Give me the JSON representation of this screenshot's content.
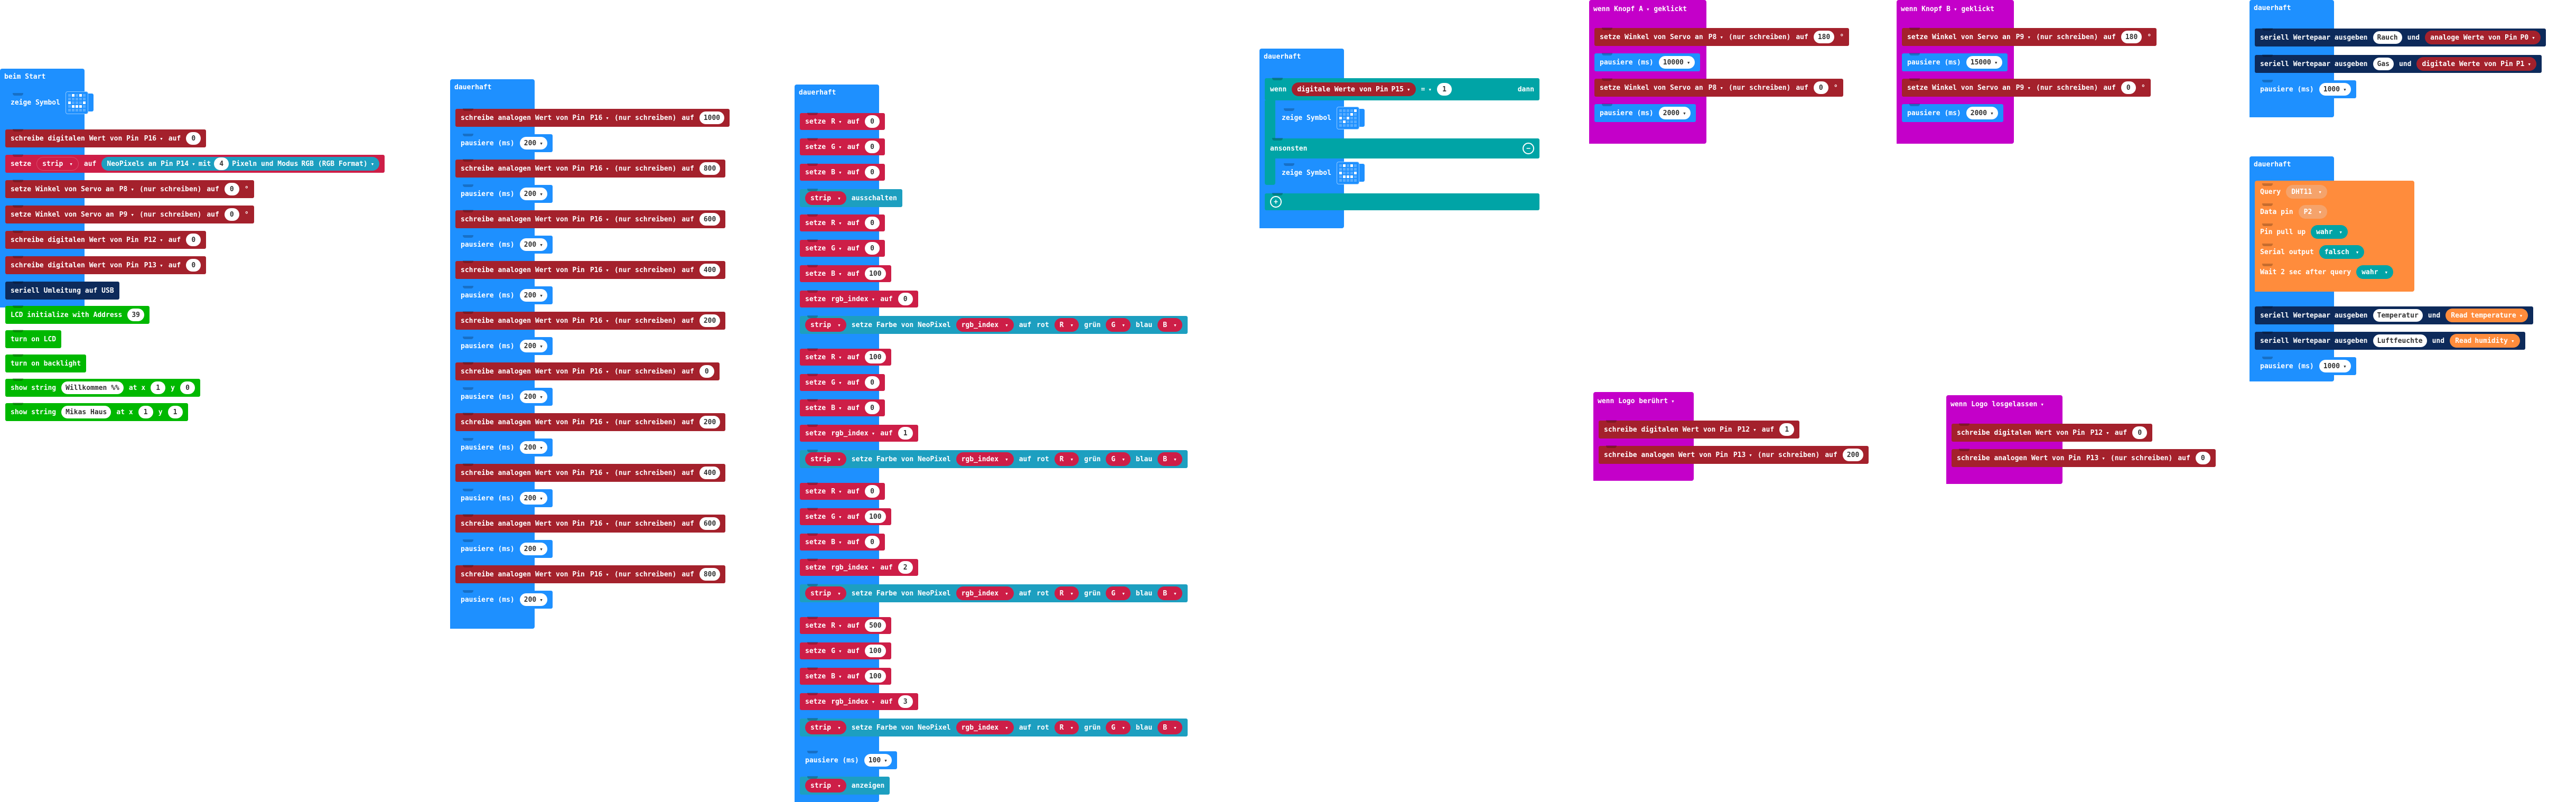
{
  "labels": {
    "beim_start": "beim Start",
    "dauerhaft": "dauerhaft",
    "zeige_symbol": "zeige Symbol",
    "schreibe_digital": "schreibe digitalen Wert von Pin",
    "schreibe_analog": "schreibe analogen Wert von Pin",
    "auf": "auf",
    "setze": "setze",
    "neopixels_an_pin": "NeoPixels an Pin",
    "mit": "mit",
    "pixeln_modus": "Pixeln und Modus",
    "rgb_format": "RGB (RGB Format)",
    "setze_winkel": "setze Winkel von Servo an",
    "grad": "°",
    "seriell_usb": "seriell Umleitung auf USB",
    "lcd_init": "LCD initialize with Address",
    "turn_on_lcd": "turn on LCD",
    "turn_on_backlight": "turn on backlight",
    "show_string": "show string",
    "at_x": "at x",
    "y": "y",
    "pausiere": "pausiere (ms)",
    "wenn": "wenn",
    "digitale_werte": "digitale Werte von Pin",
    "gleich": "=",
    "dann": "dann",
    "ansonsten": "ansonsten",
    "ausschalten": "ausschalten",
    "setze_farbe": "setze Farbe von NeoPixel",
    "rot": "rot",
    "gruen": "grün",
    "blau": "blau",
    "anzeigen": "anzeigen",
    "wenn_knopf": "wenn Knopf",
    "geklickt": "geklickt",
    "wenn_logo": "wenn Logo",
    "beruehrt": "berührt",
    "losgelassen": "losgelassen",
    "seriell_wertepaar": "seriell Wertepaar ausgeben",
    "und": "und",
    "analoge_werte": "analoge Werte von Pin",
    "digitale_werte_pin": "digitale Werte von Pin",
    "query": "Query",
    "data_pin": "Data pin",
    "pin_pull_up": "Pin pull up",
    "serial_output": "Serial output",
    "wait_2_sec": "Wait 2 sec after query",
    "read": "Read",
    "nur_schreiben": "(nur schreiben)"
  },
  "values": {
    "pin_p16": "P16",
    "pin_p14": "P14",
    "pin_p12": "P12",
    "pin_p13": "P13",
    "pin_p8": "P8",
    "pin_p9": "P9",
    "pin_p15": "P15",
    "pin_p0": "P0",
    "pin_p1": "P1",
    "pin_p2": "P2",
    "zero": "0",
    "one": "1",
    "two": "2",
    "three": "3",
    "four": "4",
    "var_strip": "strip",
    "var_r": "R",
    "var_g": "G",
    "var_b": "B",
    "var_rgb_index": "rgb_index",
    "lcd_addr": "39",
    "str_willkommen": "Willkommen %%",
    "str_mikas": "Mikas Haus",
    "btn_a": "A",
    "btn_b": "B",
    "rauch": "Rauch",
    "gas": "Gas",
    "temperatur": "Temperatur",
    "luftfeuchte": "Luftfeuchte",
    "dht11": "DHT11",
    "wahr": "wahr",
    "falsch": "falsch",
    "temperature": "temperature",
    "humidity": "humidity",
    "v1000": "1000",
    "v200": "200",
    "v800": "800",
    "v600": "600",
    "v400": "400",
    "v100": "100",
    "v180": "180",
    "v10000": "10000",
    "v15000": "15000",
    "v2000": "2000",
    "v500": "500"
  },
  "colors": {
    "hat_blue": "#1e90ff",
    "pins_red": "#a4212c",
    "variables_red": "#cd1e47",
    "neopixel_teal": "#1d9fc0",
    "lcd_green": "#00b800",
    "serial_navy": "#0d2a5a",
    "input_magenta": "#c400c9",
    "logic_cyan": "#00a4a6",
    "dht_orange": "#ff8c3c"
  }
}
